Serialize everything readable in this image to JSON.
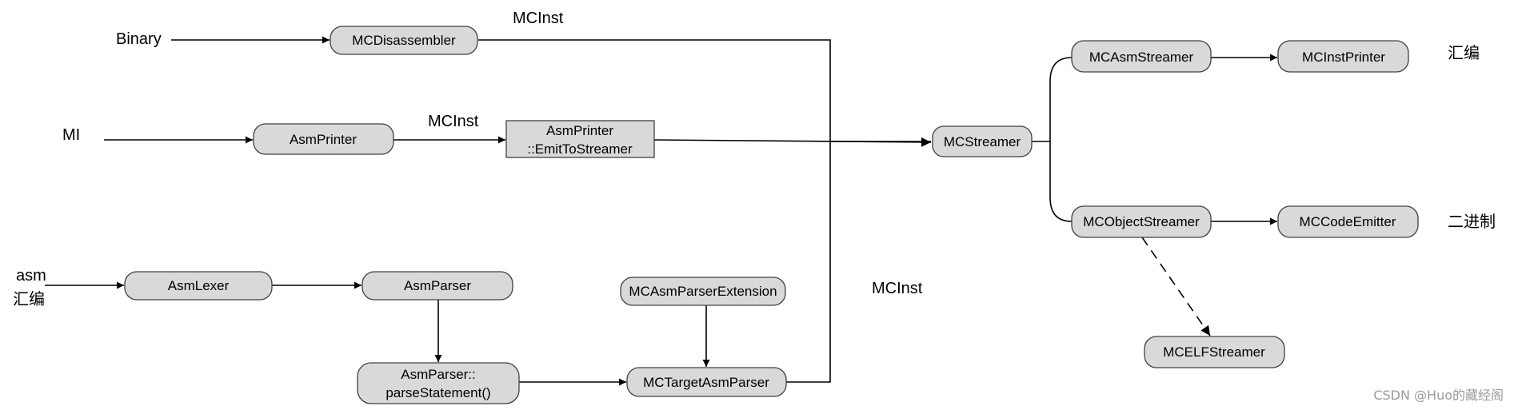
{
  "inputs": {
    "binary": "Binary",
    "mi": "MI",
    "asm_line1": "asm",
    "asm_line2": "汇编"
  },
  "nodes": {
    "mc_disassembler": "MCDisassembler",
    "asm_printer": "AsmPrinter",
    "emit_to_streamer_line1": "AsmPrinter",
    "emit_to_streamer_line2": "::EmitToStreamer",
    "asm_lexer": "AsmLexer",
    "asm_parser": "AsmParser",
    "parse_statement_line1": "AsmParser::",
    "parse_statement_line2": "parseStatement()",
    "mc_asm_parser_extension": "MCAsmParserExtension",
    "mc_target_asm_parser": "MCTargetAsmParser",
    "mc_streamer": "MCStreamer",
    "mc_asm_streamer": "MCAsmStreamer",
    "mc_inst_printer": "MCInstPrinter",
    "mc_object_streamer": "MCObjectStreamer",
    "mc_code_emitter": "MCCodeEmitter",
    "mc_elf_streamer": "MCELFStreamer"
  },
  "edge_labels": {
    "mcinst_top": "MCInst",
    "mcinst_middle": "MCInst",
    "mcinst_lower": "MCInst"
  },
  "outputs": {
    "assembly": "汇编",
    "binary": "二进制"
  },
  "watermark": "CSDN @Huo的藏经阁",
  "colors": {
    "node_fill": "#d9d9d9",
    "node_stroke": "#404040",
    "line": "#000000",
    "watermark": "#9a9a9a"
  }
}
